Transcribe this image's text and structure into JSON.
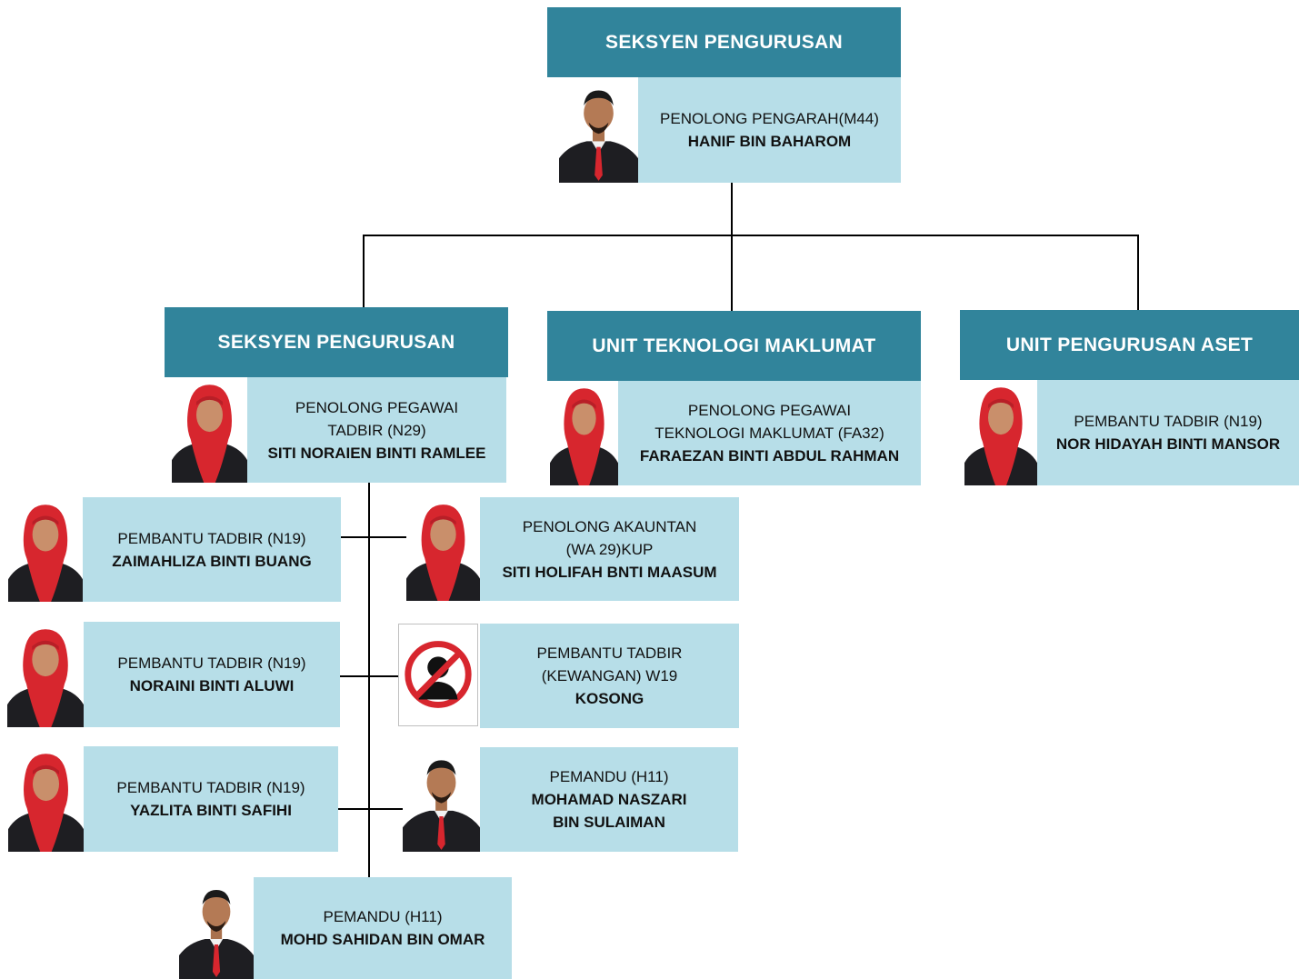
{
  "top": {
    "header": "SEKSYEN PENGURUSAN",
    "position": "PENOLONG PENGARAH(M44)",
    "name": "HANIF  BIN  BAHAROM"
  },
  "units": [
    {
      "header": "SEKSYEN PENGURUSAN",
      "position": "PENOLONG PEGAWAI\nTADBIR (N29)",
      "name": "SITI NORAIEN BINTI RAMLEE"
    },
    {
      "header": "UNIT TEKNOLOGI MAKLUMAT",
      "position": "PENOLONG PEGAWAI\nTEKNOLOGI MAKLUMAT (FA32)",
      "name": "FARAEZAN BINTI ABDUL RAHMAN"
    },
    {
      "header": "UNIT PENGURUSAN ASET",
      "position": "PEMBANTU TADBIR (N19)",
      "name": "NOR HIDAYAH BINTI MANSOR"
    }
  ],
  "staff_left": [
    {
      "position": "PEMBANTU TADBIR (N19)",
      "name": "ZAIMAHLIZA BINTI BUANG"
    },
    {
      "position": "PEMBANTU TADBIR (N19)",
      "name": "NORAINI BINTI ALUWI"
    },
    {
      "position": "PEMBANTU TADBIR (N19)",
      "name": "YAZLITA BINTI SAFIHI"
    }
  ],
  "staff_right": [
    {
      "position": "PENOLONG AKAUNTAN\n(WA 29)KUP",
      "name": "SITI HOLIFAH BNTI MAASUM"
    },
    {
      "position": "PEMBANTU TADBIR\n(KEWANGAN) W19",
      "name": "KOSONG"
    },
    {
      "position": "PEMANDU (H11)",
      "name": "MOHAMAD NASZARI\nBIN SULAIMAN"
    }
  ],
  "staff_bottom": {
    "position": "PEMANDU (H11)",
    "name": "MOHD SAHIDAN BIN OMAR"
  },
  "photos": {
    "top": "man-portrait-icon",
    "unit0": "woman-hijab-portrait-icon",
    "unit1": "woman-hijab-portrait-icon",
    "unit2": "woman-hijab-portrait-icon",
    "left0": "woman-hijab-portrait-icon",
    "left1": "woman-hijab-portrait-icon",
    "left2": "woman-hijab-portrait-icon",
    "right0": "woman-hijab-portrait-icon",
    "right1": "no-person-icon",
    "right2": "man-portrait-icon",
    "bottom": "man-portrait-icon"
  },
  "colors": {
    "header_bg": "#31849b",
    "info_bg": "#b7dee8",
    "hijab": "#d7262e",
    "suit": "#1e1e22"
  }
}
